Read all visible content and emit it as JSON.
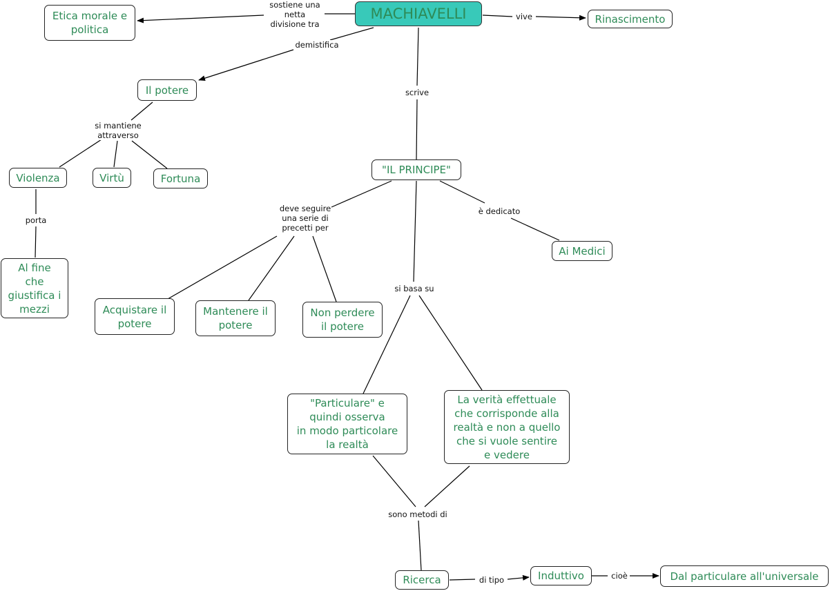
{
  "nodes": {
    "machiavelli": "MACHIAVELLI",
    "etica": "Etica morale e\npolitica",
    "rinascimento": "Rinascimento",
    "potere": "Il potere",
    "principe": "\"IL PRINCIPE\"",
    "violenza": "Violenza",
    "virtu": "Virtù",
    "fortuna": "Fortuna",
    "alfine": "Al fine\nche\ngiustifica i\nmezzi",
    "acquistare": "Acquistare il\npotere",
    "mantenere": "Mantenere il\npotere",
    "nonperdere": "Non perdere\nil potere",
    "medici": "Ai Medici",
    "particulare": "\"Particulare\" e\nquindi osserva\nin modo particolare\nla realtà",
    "verita": "La verità effettuale\nche corrisponde alla\nrealtà e non a quello\nche si vuole sentire\ne vedere",
    "ricerca": "Ricerca",
    "induttivo": "Induttivo",
    "universale": "Dal particulare all'universale"
  },
  "labels": {
    "sostiene": "sostiene una\nnetta\ndivisione tra",
    "vive": "vive",
    "demistifica": "demistifica",
    "scrive": "scrive",
    "simantiene": "si mantiene\nattraverso",
    "porta": "porta",
    "deveseguire": "deve seguire\nuna serie di\nprecetti per",
    "dedicato": "è dedicato",
    "sibasa": "si basa su",
    "sonometodi": "sono metodi di",
    "ditipo": "di tipo",
    "cioe": "cioè"
  }
}
